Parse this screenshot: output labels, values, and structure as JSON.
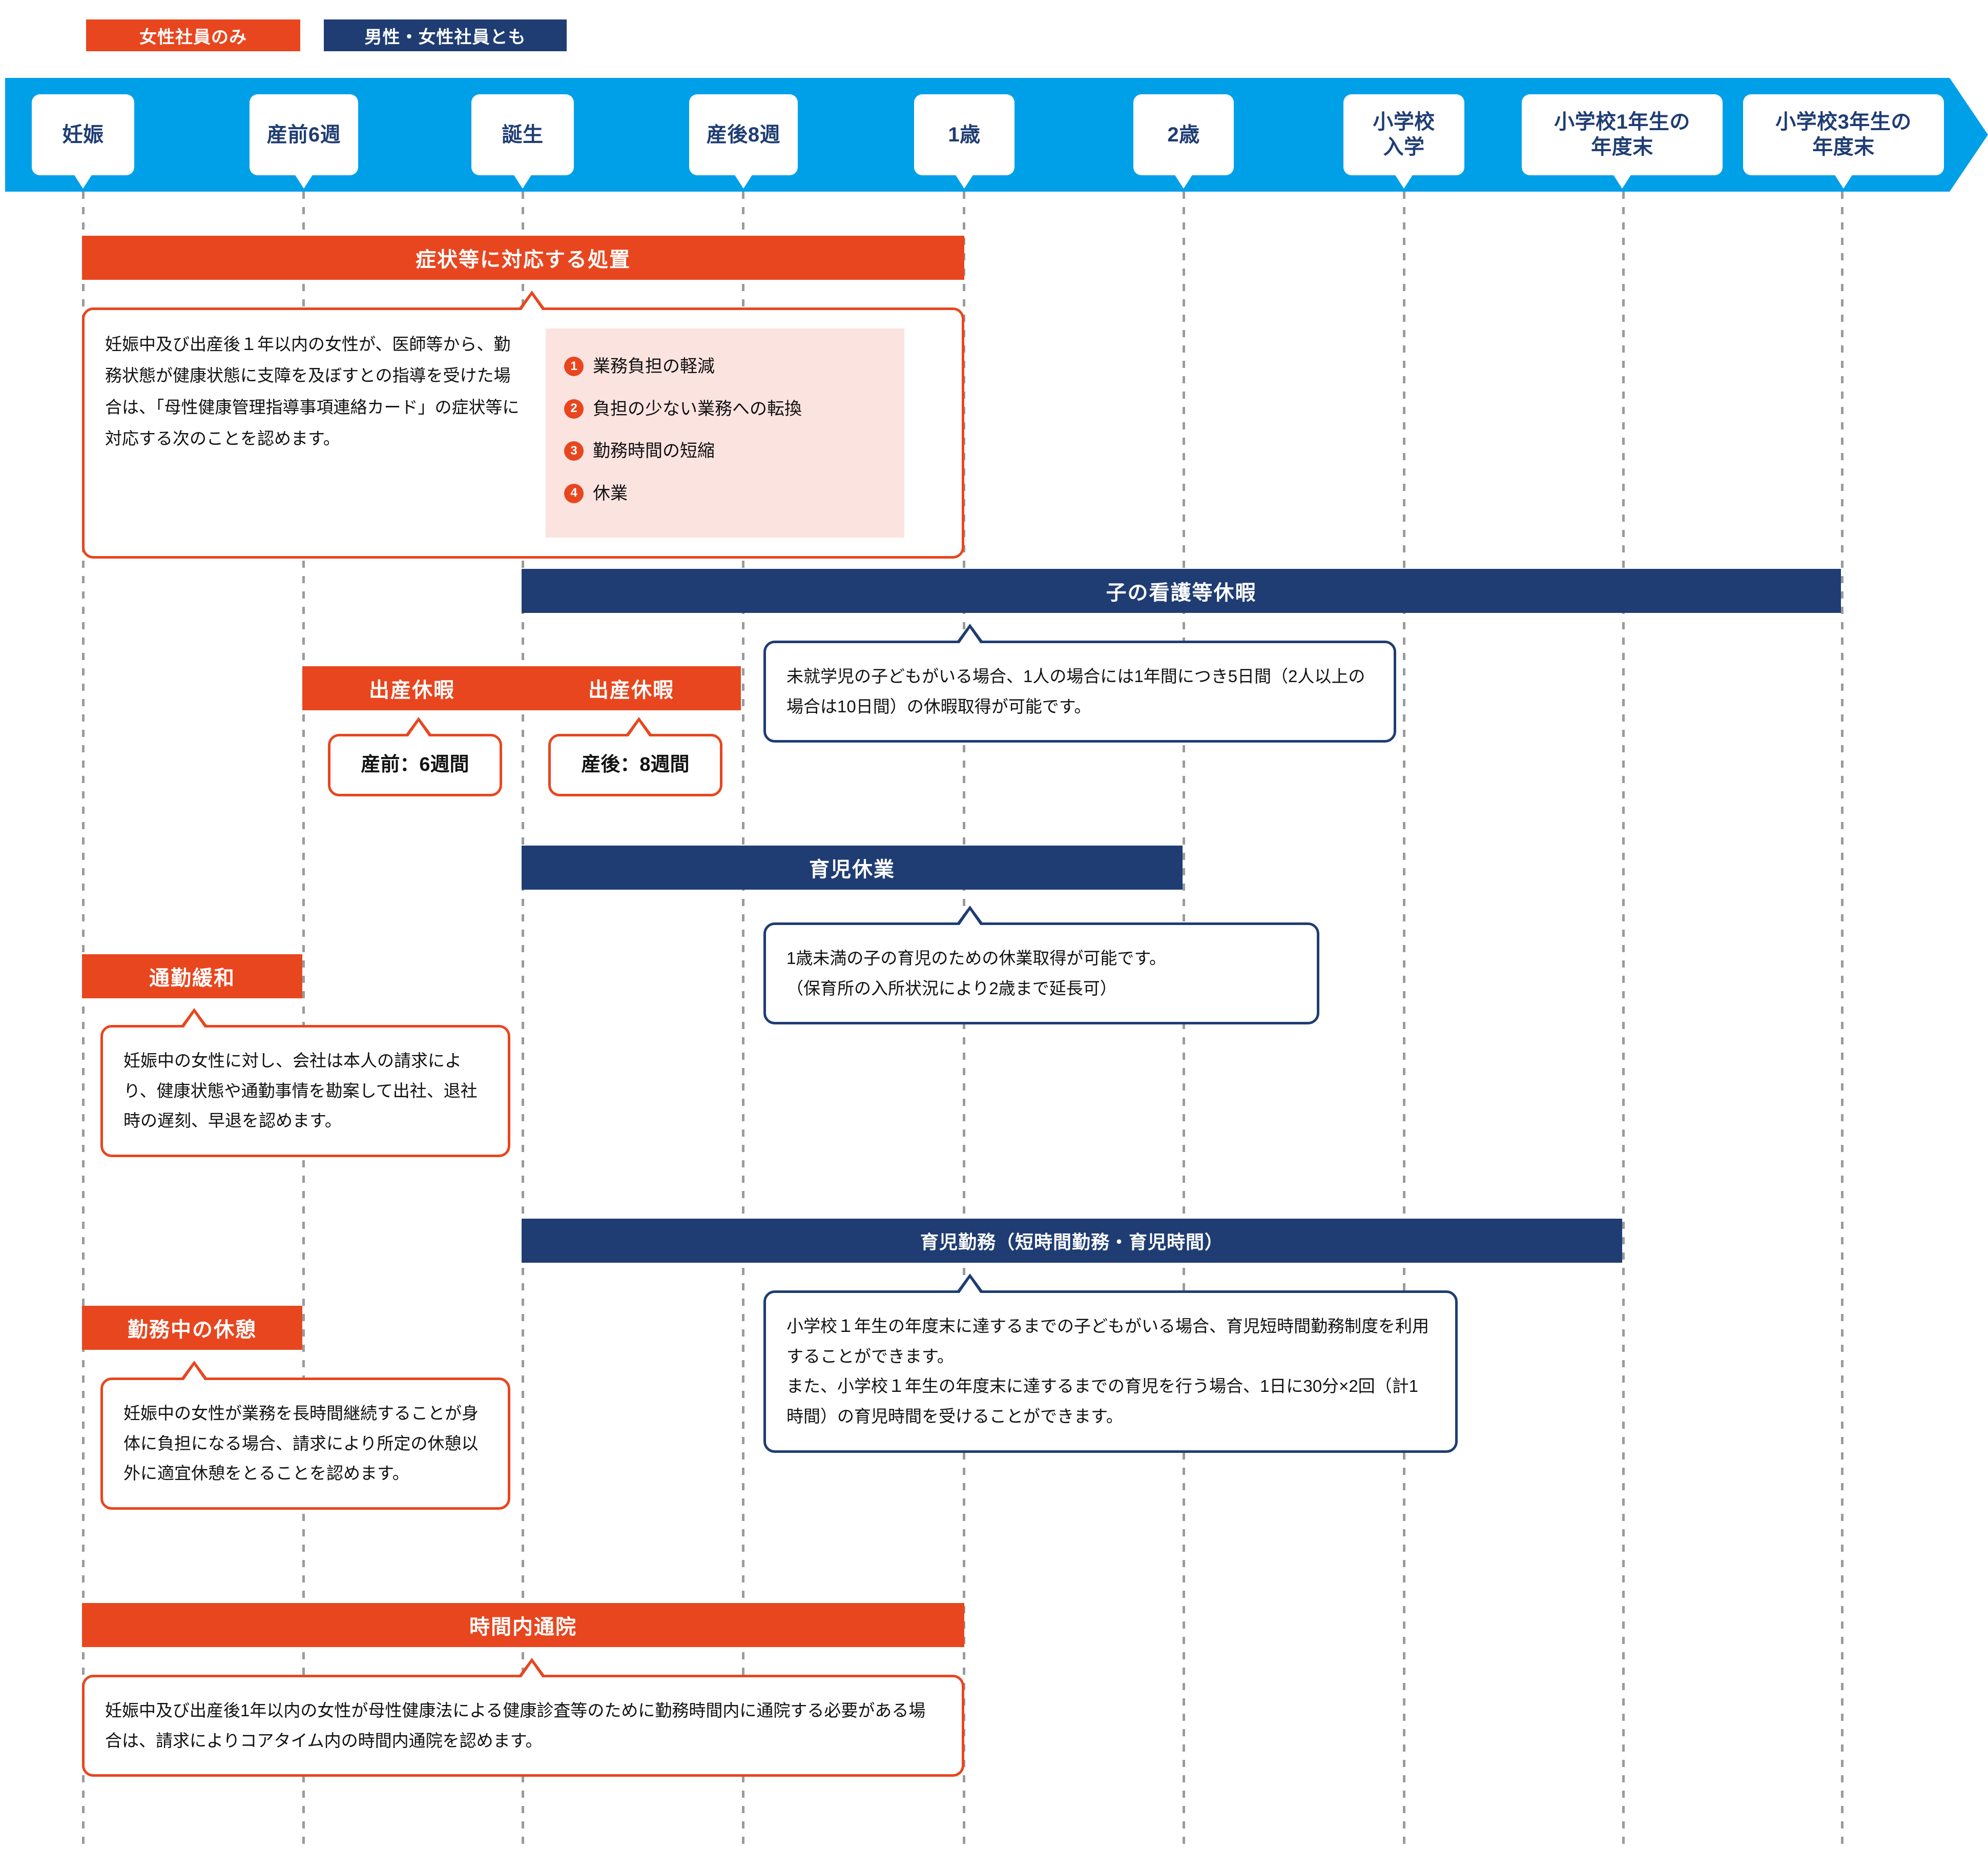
{
  "legend": {
    "female_only": "女性社員のみ",
    "both": "男性・女性社員とも"
  },
  "colors": {
    "orange": "#e8461f",
    "navy": "#1f3d73",
    "timeline_blue": "#00a0e9",
    "pink_panel": "#fbe3e0",
    "guide_gray": "#9b9b9b"
  },
  "timeline": {
    "nodes": [
      {
        "label": "妊娠"
      },
      {
        "label": "産前6週"
      },
      {
        "label": "誕生"
      },
      {
        "label": "産後8週"
      },
      {
        "label": "1歳"
      },
      {
        "label": "2歳"
      },
      {
        "label": "小学校\n入学",
        "line1": "小学校",
        "line2": "入学"
      },
      {
        "label": "小学校1年生の\n年度末",
        "line1": "小学校1年生の",
        "line2": "年度末"
      },
      {
        "label": "小学校3年生の\n年度末",
        "line1": "小学校3年生の",
        "line2": "年度末"
      }
    ]
  },
  "sections": {
    "symptom_measures": {
      "title": "症状等に対応する処置",
      "category": "女性社員のみ",
      "body": "妊娠中及び出産後１年以内の女性が、医師等から、勤務状態が健康状態に支障を及ぼすとの指導を受けた場合は、「母性健康管理指導事項連絡カード」の症状等に対応する次のことを認めます。",
      "items": [
        {
          "no": "1",
          "text": "業務負担の軽減"
        },
        {
          "no": "2",
          "text": "負担の少ない業務への転換"
        },
        {
          "no": "3",
          "text": "勤務時間の短縮"
        },
        {
          "no": "4",
          "text": "休業"
        }
      ]
    },
    "child_care_leave_days": {
      "title": "子の看護等休暇",
      "category": "男性・女性社員とも",
      "body": "未就学児の子どもがいる場合、1人の場合には1年間につき5日間（2人以上の場合は10日間）の休暇取得が可能です。"
    },
    "maternity_leave_before": {
      "title": "出産休暇",
      "category": "女性社員のみ",
      "body": "産前：6週間"
    },
    "maternity_leave_after": {
      "title": "出産休暇",
      "category": "女性社員のみ",
      "body": "産後：8週間"
    },
    "childcare_leave": {
      "title": "育児休業",
      "category": "男性・女性社員とも",
      "body": "1歳未満の子の育児のための休業取得が可能です。\n（保育所の入所状況により2歳まで延長可）",
      "body_line1": "1歳未満の子の育児のための休業取得が可能です。",
      "body_line2": "（保育所の入所状況により2歳まで延長可）"
    },
    "commute_relief": {
      "title": "通勤緩和",
      "category": "女性社員のみ",
      "body": "妊娠中の女性に対し、会社は本人の請求により、健康状態や通勤事情を勘案して出社、退社時の遅刻、早退を認めます。"
    },
    "childcare_work": {
      "title": "育児勤務（短時間勤務・育児時間）",
      "category": "男性・女性社員とも",
      "body_line1": "小学校１年生の年度末に達するまでの子どもがいる場合、育児短時間勤務制度を利用することができます。",
      "body_line2": "また、小学校１年生の年度末に達するまでの育児を行う場合、1日に30分×2回（計1時間）の育児時間を受けることができます。"
    },
    "break_during_work": {
      "title": "勤務中の休憩",
      "category": "女性社員のみ",
      "body": "妊娠中の女性が業務を長時間継続することが身体に負担になる場合、請求により所定の休憩以外に適宜休憩をとることを認めます。"
    },
    "hospital_visit": {
      "title": "時間内通院",
      "category": "女性社員のみ",
      "body": "妊娠中及び出産後1年以内の女性が母性健康法による健康診査等のために勤務時間内に通院する必要がある場合は、請求によりコアタイム内の時間内通院を認めます。"
    }
  }
}
